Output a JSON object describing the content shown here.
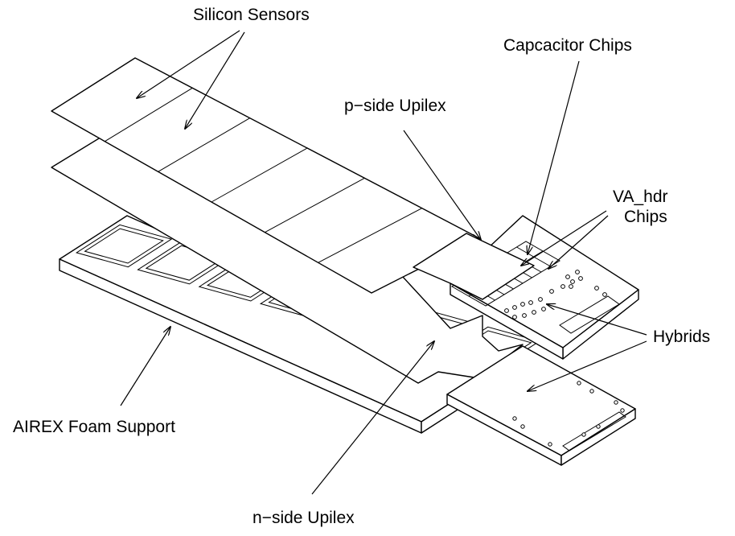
{
  "labels": {
    "silicon_sensors": "Silicon Sensors",
    "capacitor_chips": "Capcacitor Chips",
    "p_side_upilex": "p−side Upilex",
    "va_hdr_line1": "VA_hdr",
    "va_hdr_line2": "Chips",
    "hybrids": "Hybrids",
    "airex_foam": "AIREX Foam Support",
    "n_side_upilex": "n−side Upilex"
  }
}
